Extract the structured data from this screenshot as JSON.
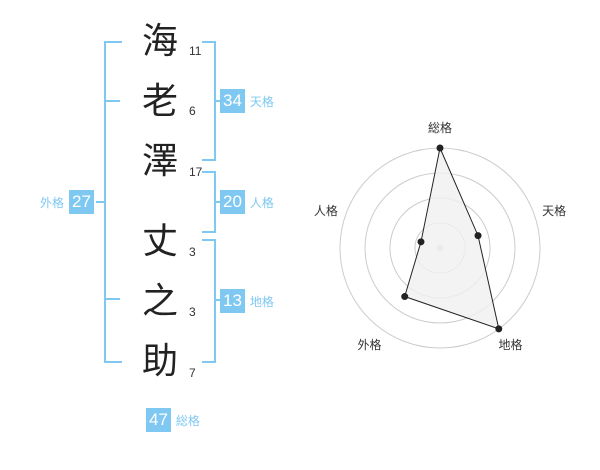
{
  "name": {
    "characters": [
      {
        "char": "海",
        "strokes": "11"
      },
      {
        "char": "老",
        "strokes": "6"
      },
      {
        "char": "澤",
        "strokes": "17"
      },
      {
        "char": "丈",
        "strokes": "3"
      },
      {
        "char": "之",
        "strokes": "3"
      },
      {
        "char": "助",
        "strokes": "7"
      }
    ]
  },
  "fortunes": {
    "tenkaku": {
      "value": "34",
      "label": "天格"
    },
    "jinkaku": {
      "value": "20",
      "label": "人格"
    },
    "chikaku": {
      "value": "13",
      "label": "地格"
    },
    "gaikaku": {
      "value": "27",
      "label": "外格"
    },
    "soukaku": {
      "value": "47",
      "label": "総格"
    }
  },
  "chart_data": {
    "type": "radar",
    "axes": [
      "総格",
      "天格",
      "地格",
      "外格",
      "人格"
    ],
    "values": [
      1.0,
      0.4,
      1.0,
      0.6,
      0.2
    ],
    "max": 1.0,
    "rings": 4,
    "colors": {
      "fill": "#f0f0f0",
      "line": "#222222",
      "grid": "#cccccc"
    }
  },
  "colors": {
    "accent": "#7ec8f2"
  }
}
